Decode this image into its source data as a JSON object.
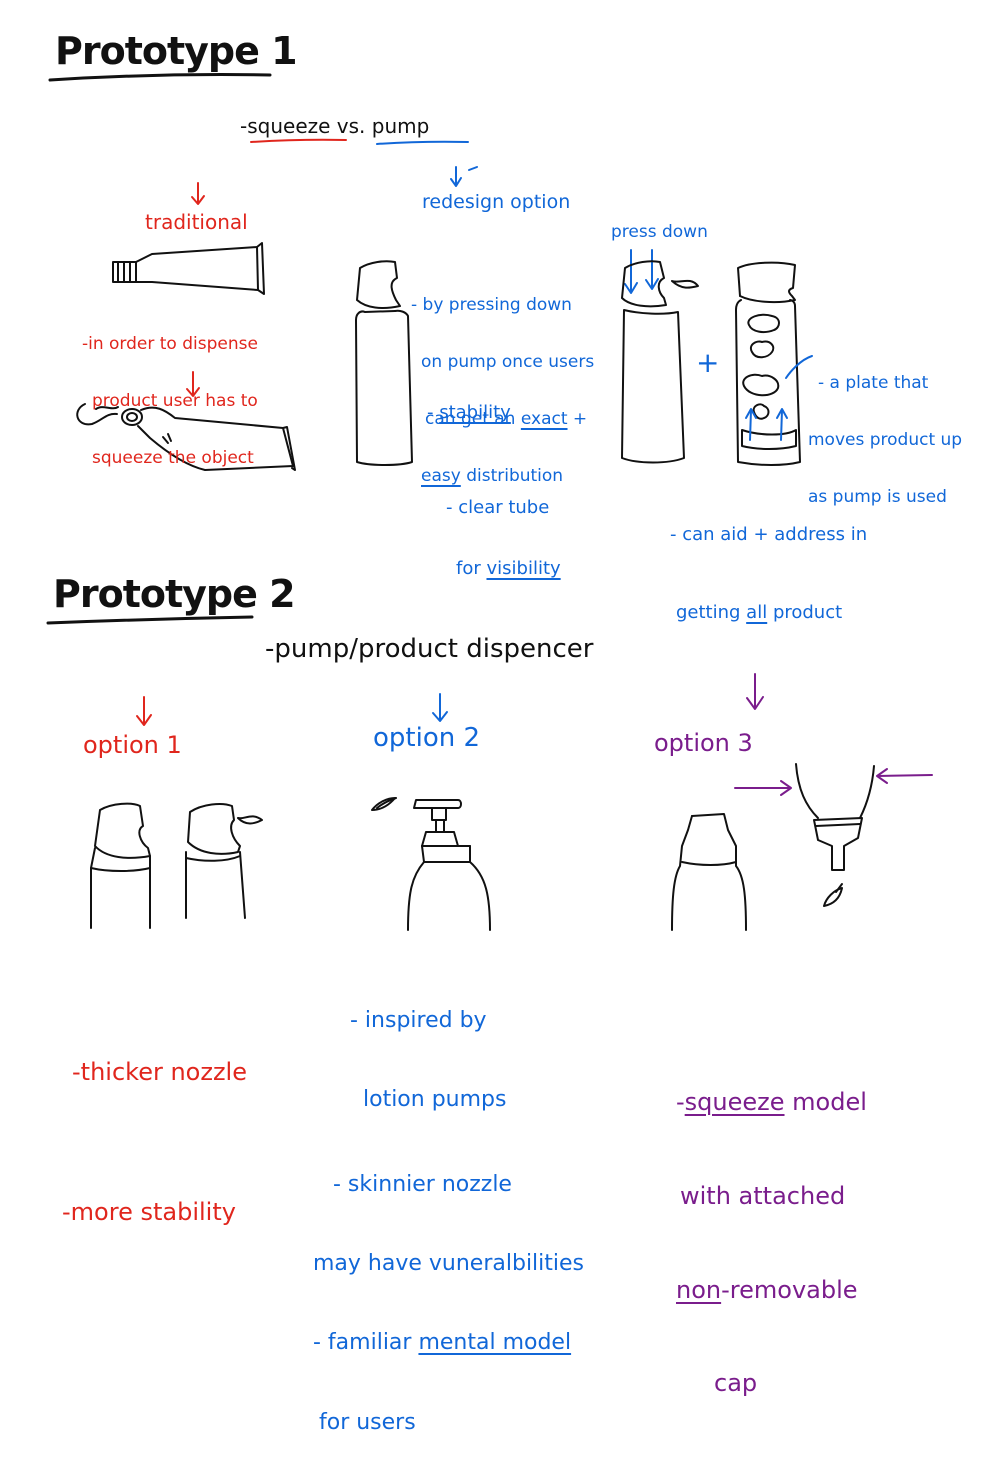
{
  "colors": {
    "ink": "#111111",
    "red": "#e0261d",
    "blue": "#1167d8",
    "purple": "#7a1d8c"
  },
  "prototype1": {
    "heading": "Prototype 1",
    "subtitle_prefix": "-",
    "subtitle_squeeze": "squeeze",
    "subtitle_vs": " vs. ",
    "subtitle_pump": "pump",
    "traditional_label": "traditional",
    "traditional_note": [
      "-in order to dispense",
      "product user has to",
      "squeeze the object"
    ],
    "redesign_label": "redesign option",
    "pump_note": {
      "line1": "- by pressing down",
      "line2": "on pump once users",
      "line3_pre": "can get an ",
      "line3_u": "exact",
      "line3_post": " +",
      "line4_u": "easy",
      "line4_post": " distribution"
    },
    "stability_prefix": "- ",
    "stability_u": "stability",
    "clear_tube_line1": "- clear tube",
    "clear_tube_pre": "for ",
    "clear_tube_u": "visibility",
    "press_down_label": "press down",
    "plus_sign": "+",
    "plate_note": [
      "- a plate that",
      "moves product up",
      "as pump is used"
    ],
    "aid_line1": "- can aid + address in",
    "aid_pre": "getting ",
    "aid_u": "all",
    "aid_post": " product"
  },
  "prototype2": {
    "heading": "Prototype 2",
    "subtitle": "-pump/product dispencer",
    "option1": {
      "label": "option 1",
      "notes": [
        "-thicker nozzle",
        "-more stability"
      ]
    },
    "option2": {
      "label": "option 2",
      "note_inspired": [
        "- inspired by",
        "lotion pumps"
      ],
      "note_skinnier": [
        "- skinnier nozzle",
        "may have vuneralbilities"
      ],
      "familiar_prefix": "- familiar ",
      "familiar_u": "mental model",
      "for_users": "for users"
    },
    "option3": {
      "label": "option 3",
      "squeeze_prefix": "-",
      "squeeze_u": "squeeze",
      "squeeze_post": " model",
      "line2": "with attached",
      "non_u": "non",
      "non_post": "-removable",
      "line4": "cap"
    }
  }
}
